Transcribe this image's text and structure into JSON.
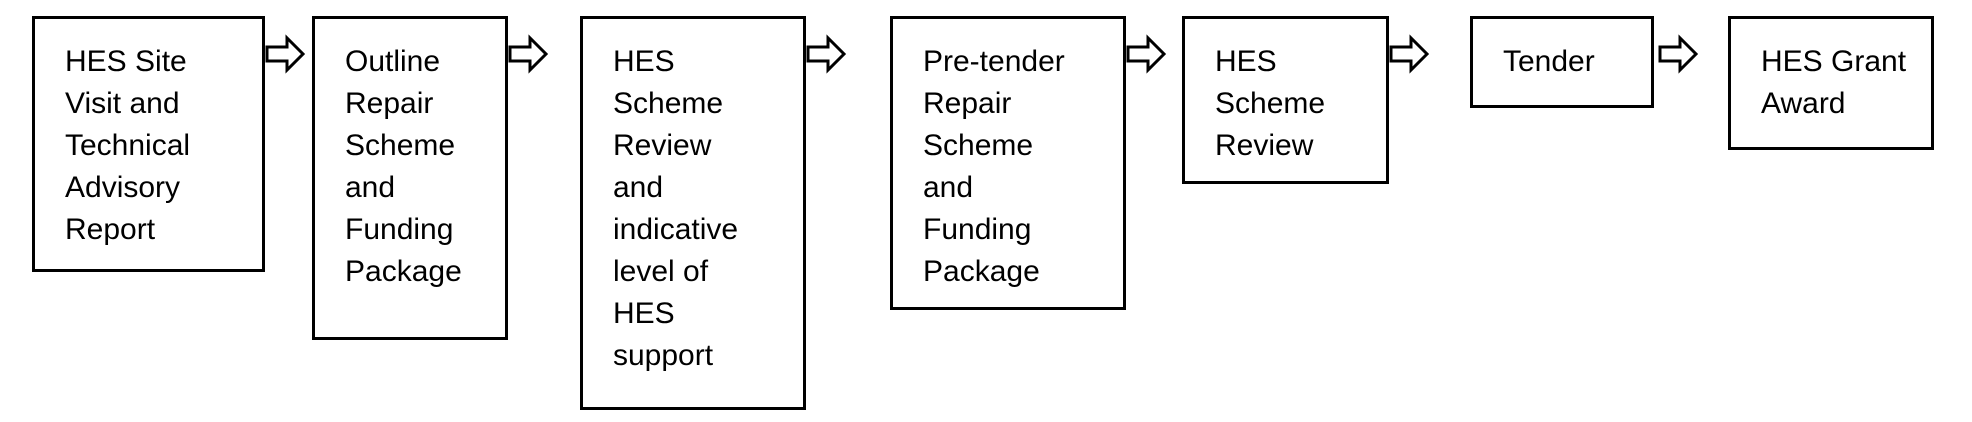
{
  "diagram": {
    "steps": [
      {
        "label": "HES Site\nVisit and\nTechnical\nAdvisory\nReport"
      },
      {
        "label": "Outline\nRepair\nScheme\nand\nFunding\nPackage"
      },
      {
        "label": "HES\nScheme\nReview\nand\nindicative\nlevel of\nHES\nsupport"
      },
      {
        "label": "Pre-tender\nRepair\nScheme\nand\nFunding\nPackage"
      },
      {
        "label": "HES\nScheme\nReview"
      },
      {
        "label": "Tender"
      },
      {
        "label": "HES Grant\nAward"
      }
    ],
    "arrow_icon": "hollow-right-arrow-icon",
    "colors": {
      "border": "#000000",
      "background": "#ffffff",
      "text": "#000000"
    }
  }
}
